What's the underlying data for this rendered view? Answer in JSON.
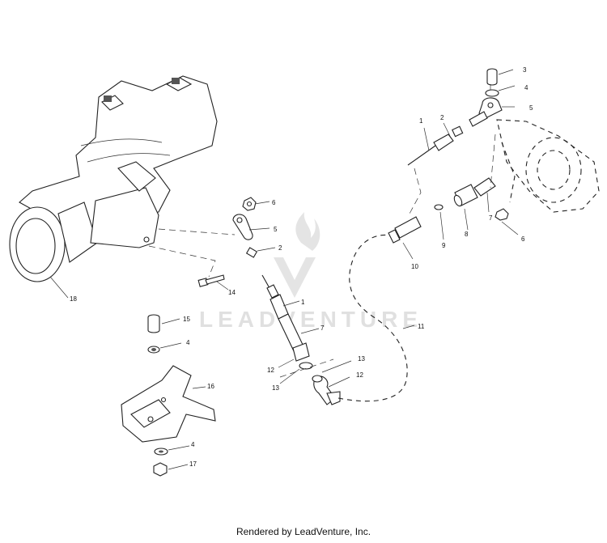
{
  "callouts": {
    "c1a": "1",
    "c2a": "2",
    "c3": "3",
    "c4a": "4",
    "c5a": "5",
    "c6a": "6",
    "c5b": "5",
    "c2b": "2",
    "c14": "14",
    "c7a": "7",
    "c8": "8",
    "c9": "9",
    "c10": "10",
    "c6b": "6",
    "c1b": "1",
    "c7b": "7",
    "c11": "11",
    "c12a": "12",
    "c13a": "13",
    "c13b": "13",
    "c12b": "12",
    "c15": "15",
    "c4b": "4",
    "c16": "16",
    "c4c": "4",
    "c17": "17",
    "c18": "18"
  },
  "watermark": {
    "brand": "LEADVENTURE"
  },
  "footer": {
    "text": "Rendered by LeadVenture, Inc."
  }
}
